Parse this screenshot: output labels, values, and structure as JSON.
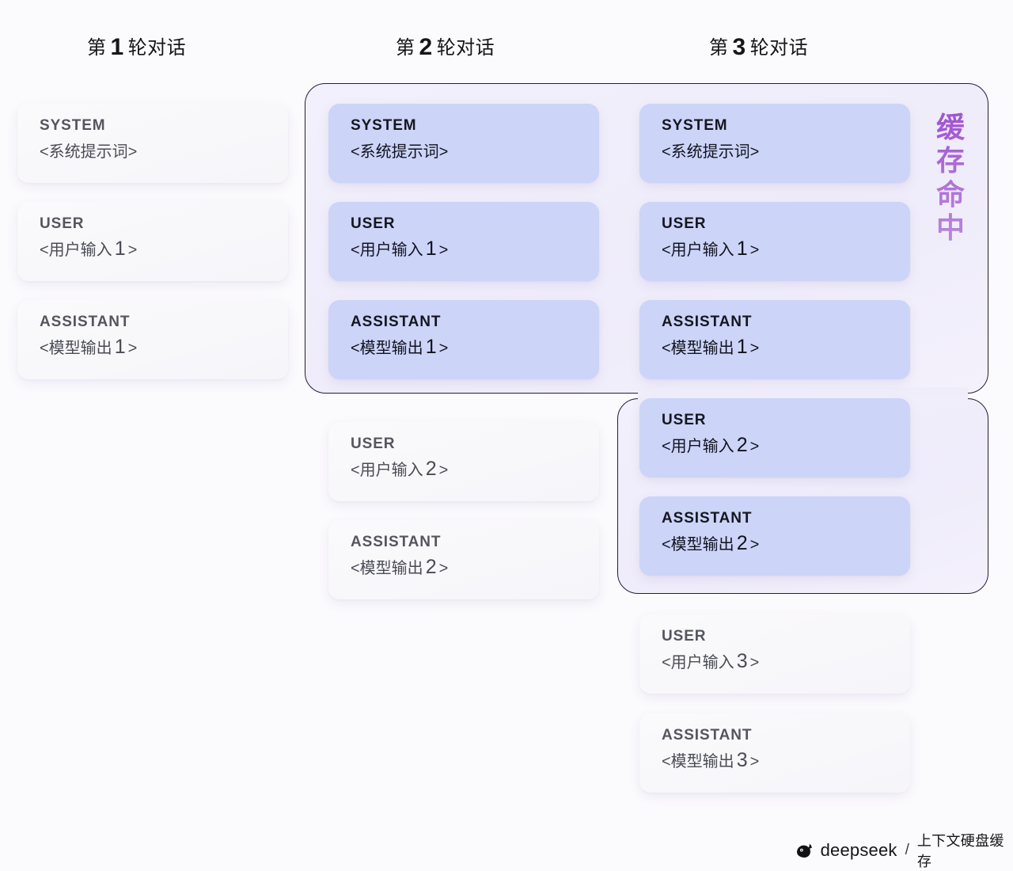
{
  "colors": {
    "page_background": "#fbfafd",
    "cached_card": "#ccd4f8",
    "plain_card": "#f8f7fa",
    "cache_box_fill": "#f1eefb",
    "cache_box_border": "#241d3d",
    "cache_hit_purple": "#a052cf",
    "role_text_plain": "#55555f",
    "role_text_cached": "#15161f"
  },
  "headers": [
    {
      "prefix": "第",
      "num": "1",
      "suffix": "轮对话"
    },
    {
      "prefix": "第",
      "num": "2",
      "suffix": "轮对话"
    },
    {
      "prefix": "第",
      "num": "3",
      "suffix": "轮对话"
    }
  ],
  "cache_hit_label": "缓存命中",
  "columns": [
    {
      "round": 1,
      "cards": [
        {
          "role": "SYSTEM",
          "prefix": "<系统提示词>",
          "num": "",
          "suffix": "",
          "cached": false
        },
        {
          "role": "USER",
          "prefix": "<用户输入",
          "num": "1",
          "suffix": ">",
          "cached": false
        },
        {
          "role": "ASSISTANT",
          "prefix": "<模型输出",
          "num": "1",
          "suffix": ">",
          "cached": false
        }
      ]
    },
    {
      "round": 2,
      "cards": [
        {
          "role": "SYSTEM",
          "prefix": "<系统提示词>",
          "num": "",
          "suffix": "",
          "cached": true
        },
        {
          "role": "USER",
          "prefix": "<用户输入",
          "num": "1",
          "suffix": ">",
          "cached": true
        },
        {
          "role": "ASSISTANT",
          "prefix": "<模型输出",
          "num": "1",
          "suffix": ">",
          "cached": true
        },
        {
          "role": "USER",
          "prefix": "<用户输入",
          "num": "2",
          "suffix": ">",
          "cached": false
        },
        {
          "role": "ASSISTANT",
          "prefix": "<模型输出",
          "num": "2",
          "suffix": ">",
          "cached": false
        }
      ]
    },
    {
      "round": 3,
      "cards": [
        {
          "role": "SYSTEM",
          "prefix": "<系统提示词>",
          "num": "",
          "suffix": "",
          "cached": true
        },
        {
          "role": "USER",
          "prefix": "<用户输入",
          "num": "1",
          "suffix": ">",
          "cached": true
        },
        {
          "role": "ASSISTANT",
          "prefix": "<模型输出",
          "num": "1",
          "suffix": ">",
          "cached": true
        },
        {
          "role": "USER",
          "prefix": "<用户输入",
          "num": "2",
          "suffix": ">",
          "cached": true
        },
        {
          "role": "ASSISTANT",
          "prefix": "<模型输出",
          "num": "2",
          "suffix": ">",
          "cached": true
        },
        {
          "role": "USER",
          "prefix": "<用户输入",
          "num": "3",
          "suffix": ">",
          "cached": false
        },
        {
          "role": "ASSISTANT",
          "prefix": "<模型输出",
          "num": "3",
          "suffix": ">",
          "cached": false
        }
      ]
    }
  ],
  "footer": {
    "logo_icon": "whale-icon",
    "brand": "deepseek",
    "separator": "/",
    "tagline": "上下文硬盘缓存"
  }
}
